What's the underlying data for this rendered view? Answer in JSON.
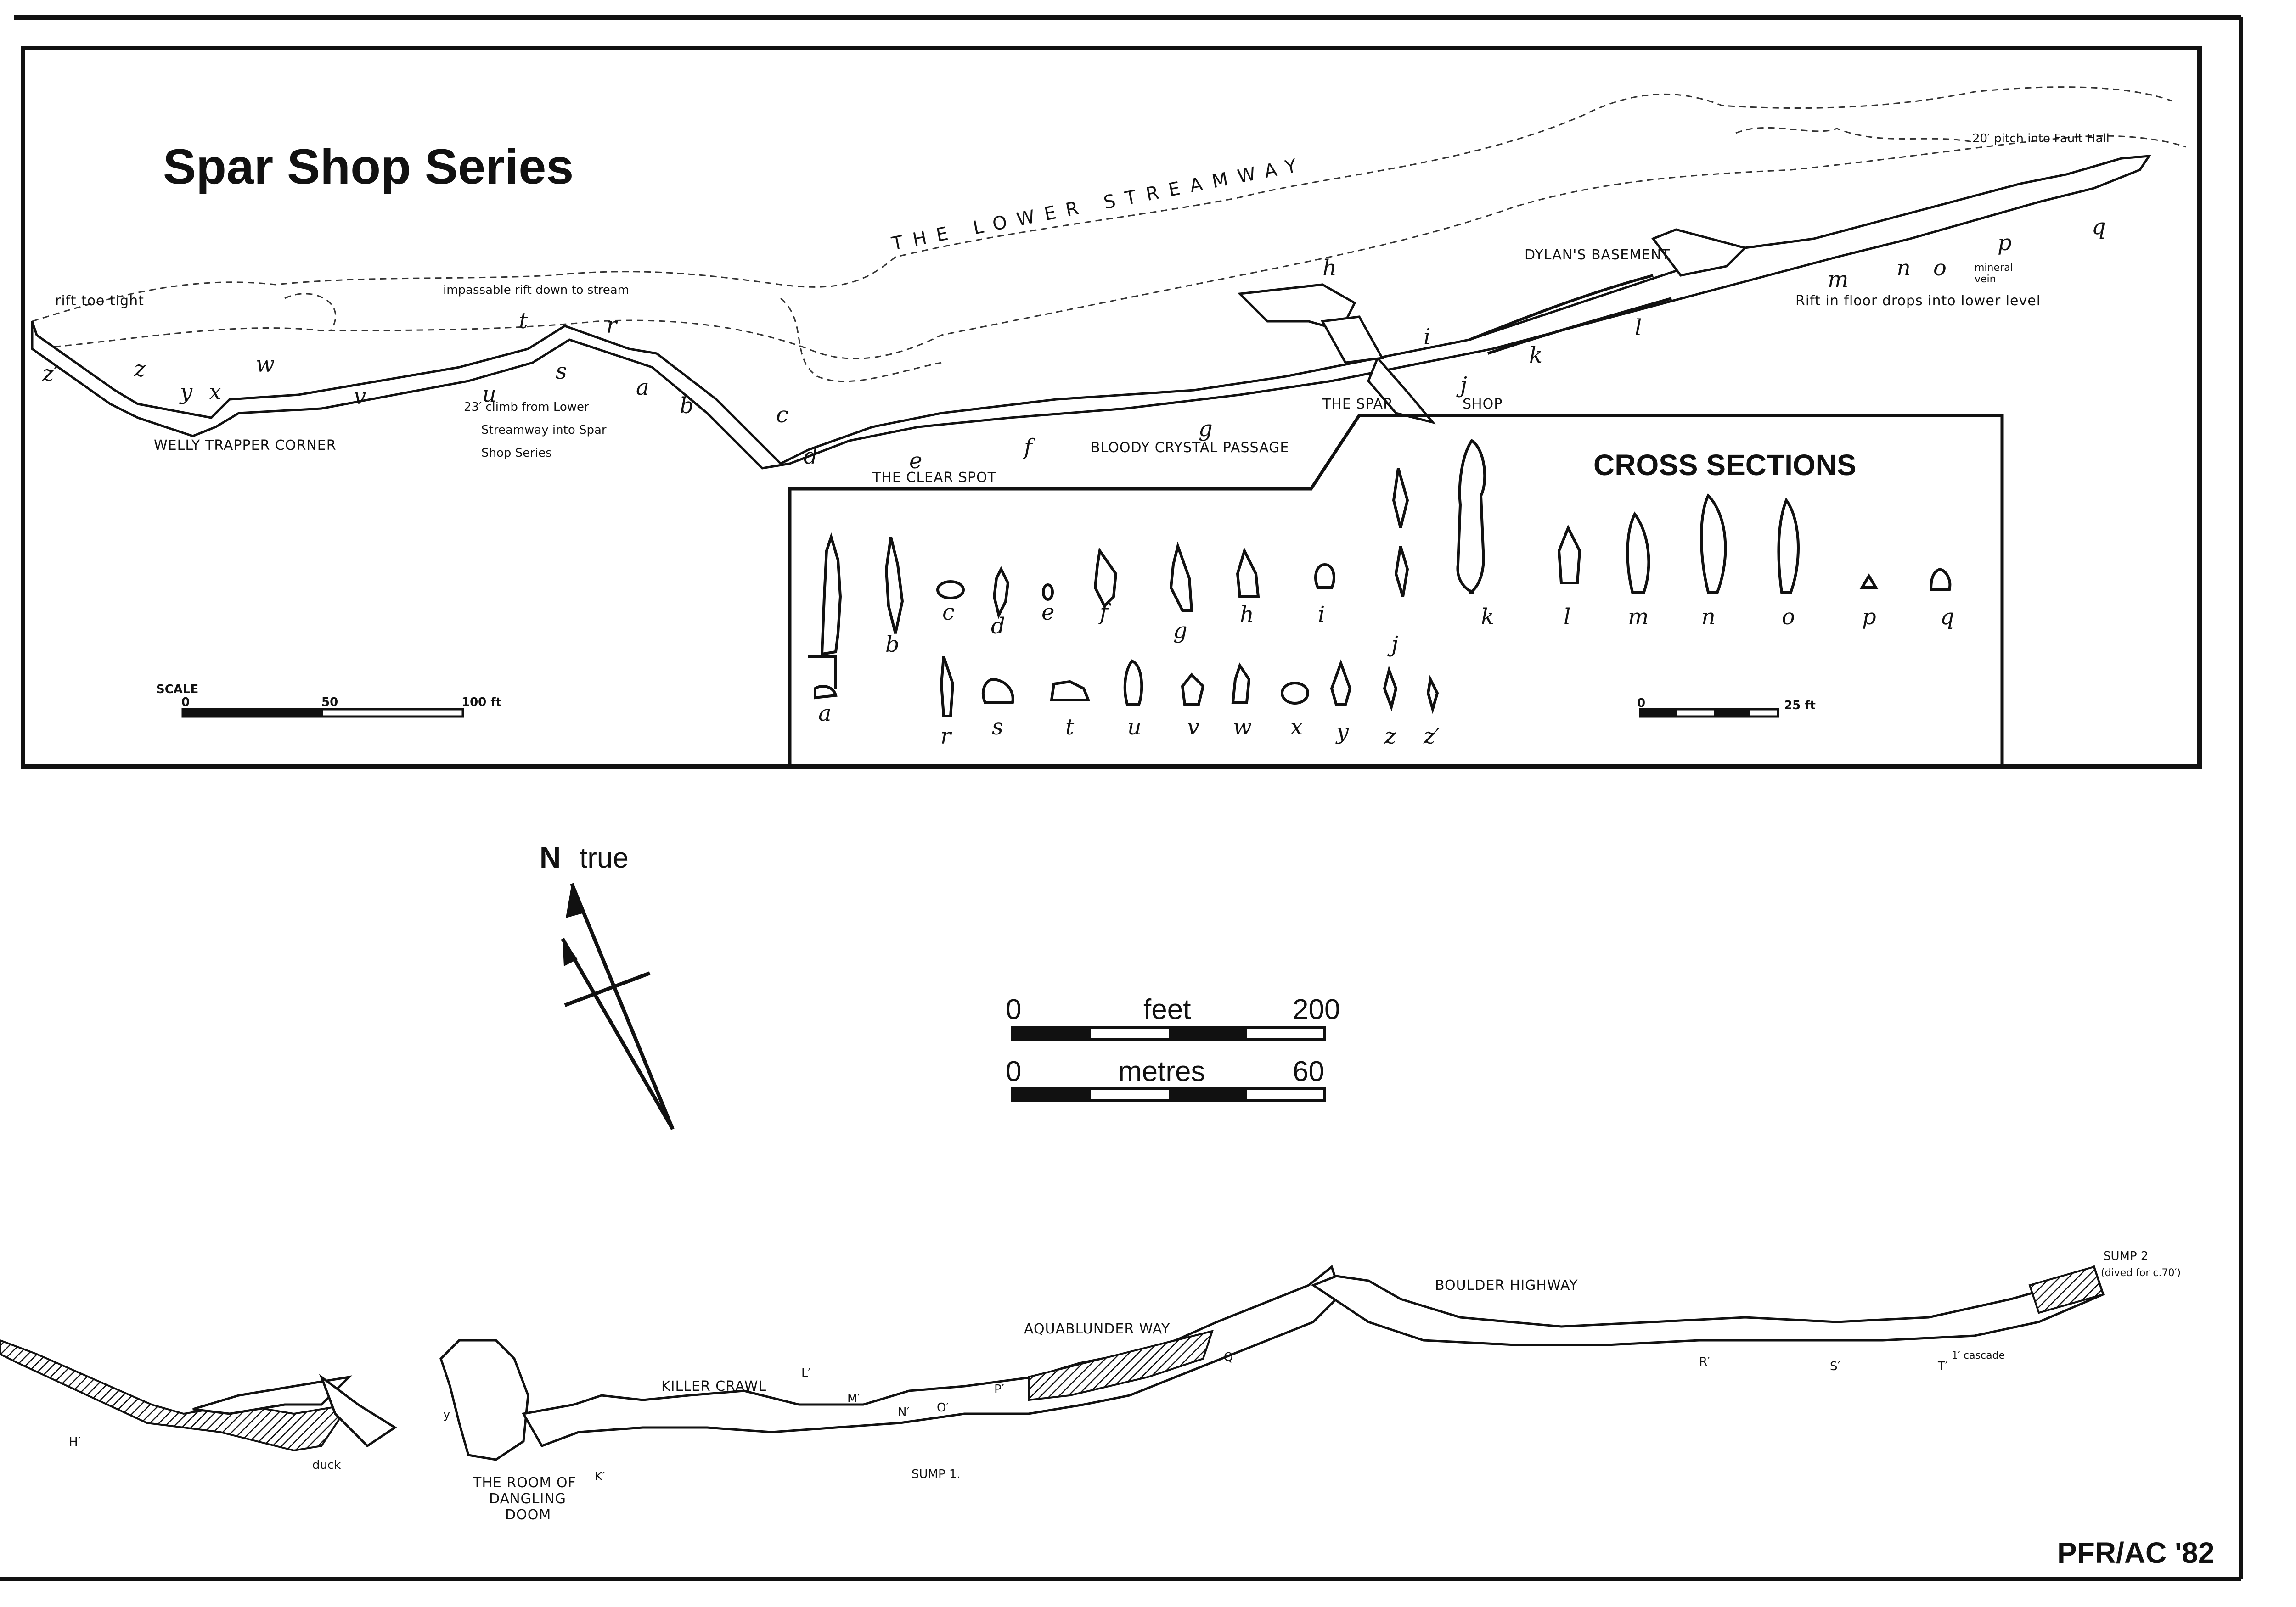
{
  "title": "Spar Shop Series",
  "survey_labels": {
    "lower_streamway": "THE LOWER STREAMWAY",
    "rift_too_tight": "rift too tight",
    "impassable_rift": "impassable rift down to stream",
    "welly_trapper": "WELLY TRAPPER CORNER",
    "climb_note": [
      "23′ climb from Lower",
      "Streamway into Spar",
      "Shop Series"
    ],
    "clear_spot": "THE CLEAR SPOT",
    "bloody_crystal": "BLOODY CRYSTAL PASSAGE",
    "spar_shop_1": "THE SPAR",
    "spar_shop_2": "SHOP",
    "dylans_basement": "DYLAN'S BASEMENT",
    "pitch_note": "20′ pitch into Fault Hall",
    "mineral_vein": [
      "mineral",
      "vein"
    ],
    "rift_floor": "Rift in floor drops into lower level"
  },
  "station_letters": [
    "z′",
    "z",
    "y",
    "x",
    "w",
    "v",
    "u",
    "t",
    "s",
    "r",
    "a",
    "b",
    "c",
    "d",
    "e",
    "f",
    "g",
    "h",
    "i",
    "j",
    "k",
    "l",
    "m",
    "n",
    "o",
    "p",
    "q"
  ],
  "cross_sections": {
    "heading": "CROSS SECTIONS",
    "row1": [
      "a",
      "b",
      "c",
      "d",
      "e",
      "f",
      "g",
      "h",
      "i",
      "j",
      "k",
      "l",
      "m",
      "n",
      "o",
      "p",
      "q"
    ],
    "row2": [
      "r",
      "s",
      "t",
      "u",
      "v",
      "w",
      "x",
      "y",
      "z",
      "z′"
    ],
    "scale_zero": "0",
    "scale_end": "25 ft"
  },
  "plan_scale": {
    "label": "SCALE",
    "ticks": [
      "0",
      "50",
      "100 ft"
    ]
  },
  "north_arrow": {
    "letter": "N",
    "word": "true"
  },
  "main_scale": {
    "feet": {
      "start": "0",
      "unit": "feet",
      "end": "200"
    },
    "metres": {
      "start": "0",
      "unit": "metres",
      "end": "60"
    }
  },
  "lower_survey": {
    "labels": {
      "killer_crawl": "KILLER CRAWL",
      "aquablunder": "AQUABLUNDER WAY",
      "boulder_highway": "BOULDER HIGHWAY",
      "sump1": "SUMP 1.",
      "sump2": "SUMP 2",
      "sump2_note": "(dived for c.70′)",
      "room1": "THE ROOM OF",
      "room2": "DANGLING",
      "room3": "DOOM",
      "duck": "duck",
      "cascade": "1′ cascade"
    },
    "stations": [
      "H′",
      "y",
      "K′",
      "L′",
      "M′",
      "N′",
      "O′",
      "P′",
      "Q′",
      "R′",
      "S′",
      "T′"
    ]
  },
  "credit": "PFR/AC '82"
}
